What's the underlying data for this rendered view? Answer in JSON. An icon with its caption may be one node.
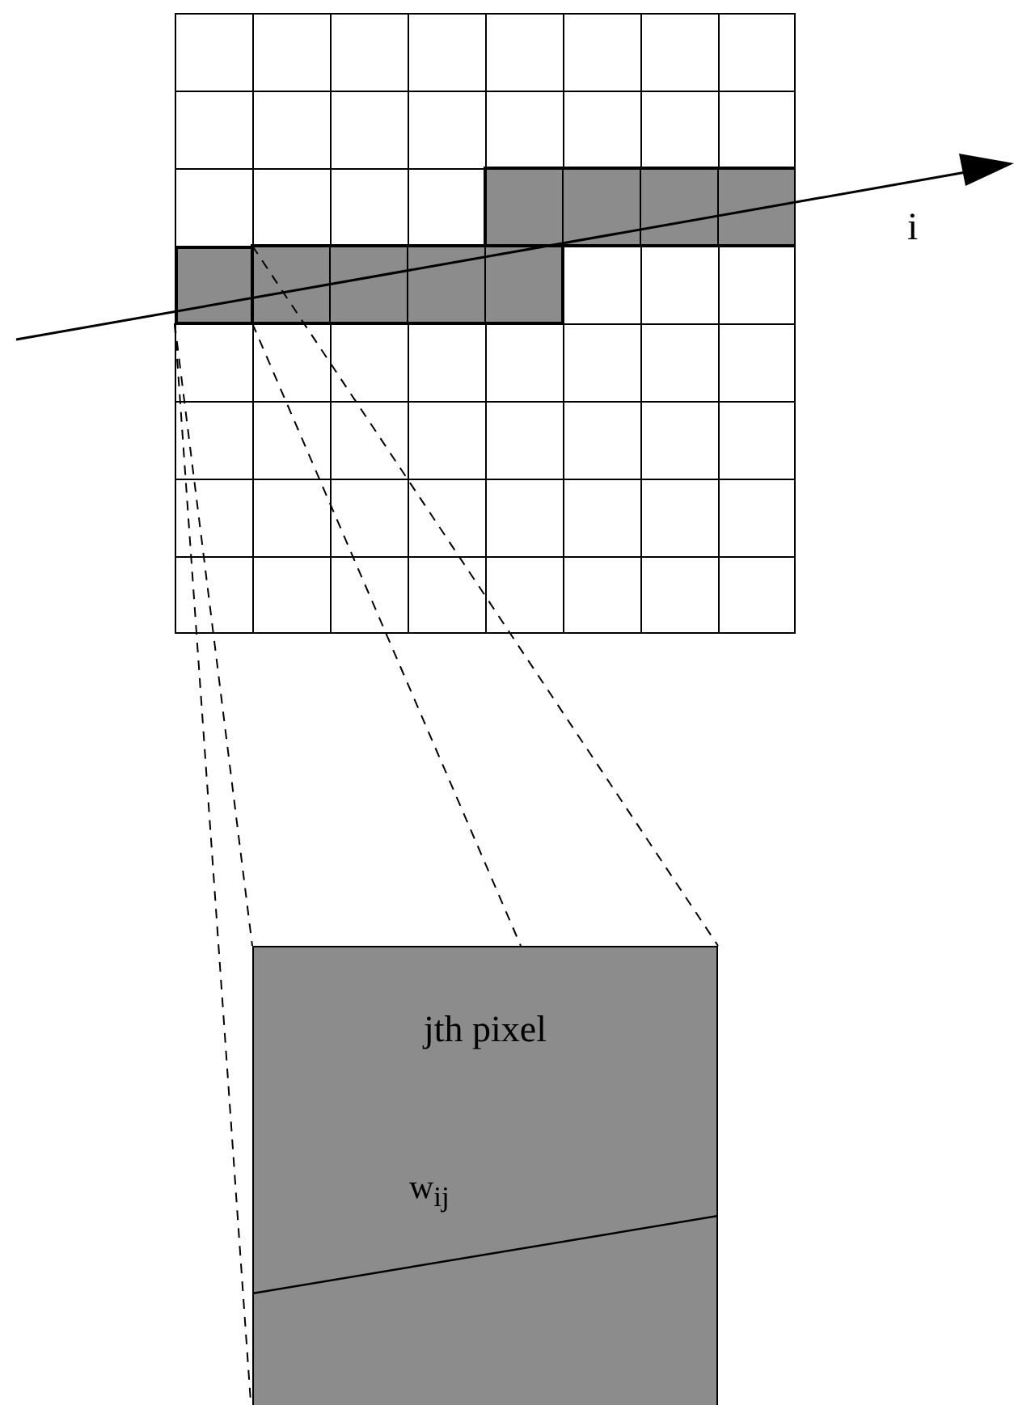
{
  "diagram": {
    "nodes": [
      {
        "text": [],
        "shape": "box"
      },
      {
        "text": [],
        "shape": "box",
        "in": 0
      },
      {
        "text": [
          "jth pixel",
          "w$_{ij}$"
        ]
      }
    ],
    "edges": [
      {
        "from": 1,
        "to": 2,
        "arrow": "none",
        "style": "dashed"
      },
      {
        "from": 1,
        "to": 2,
        "arrow": "none",
        "style": "dashed"
      },
      {
        "from": 1,
        "to": 2,
        "arrow": "none",
        "style": "dashed"
      },
      {
        "from": 1,
        "to": 2,
        "arrow": "none",
        "style": "dashed"
      }
    ],
    "labels": [
      "i"
    ]
  }
}
